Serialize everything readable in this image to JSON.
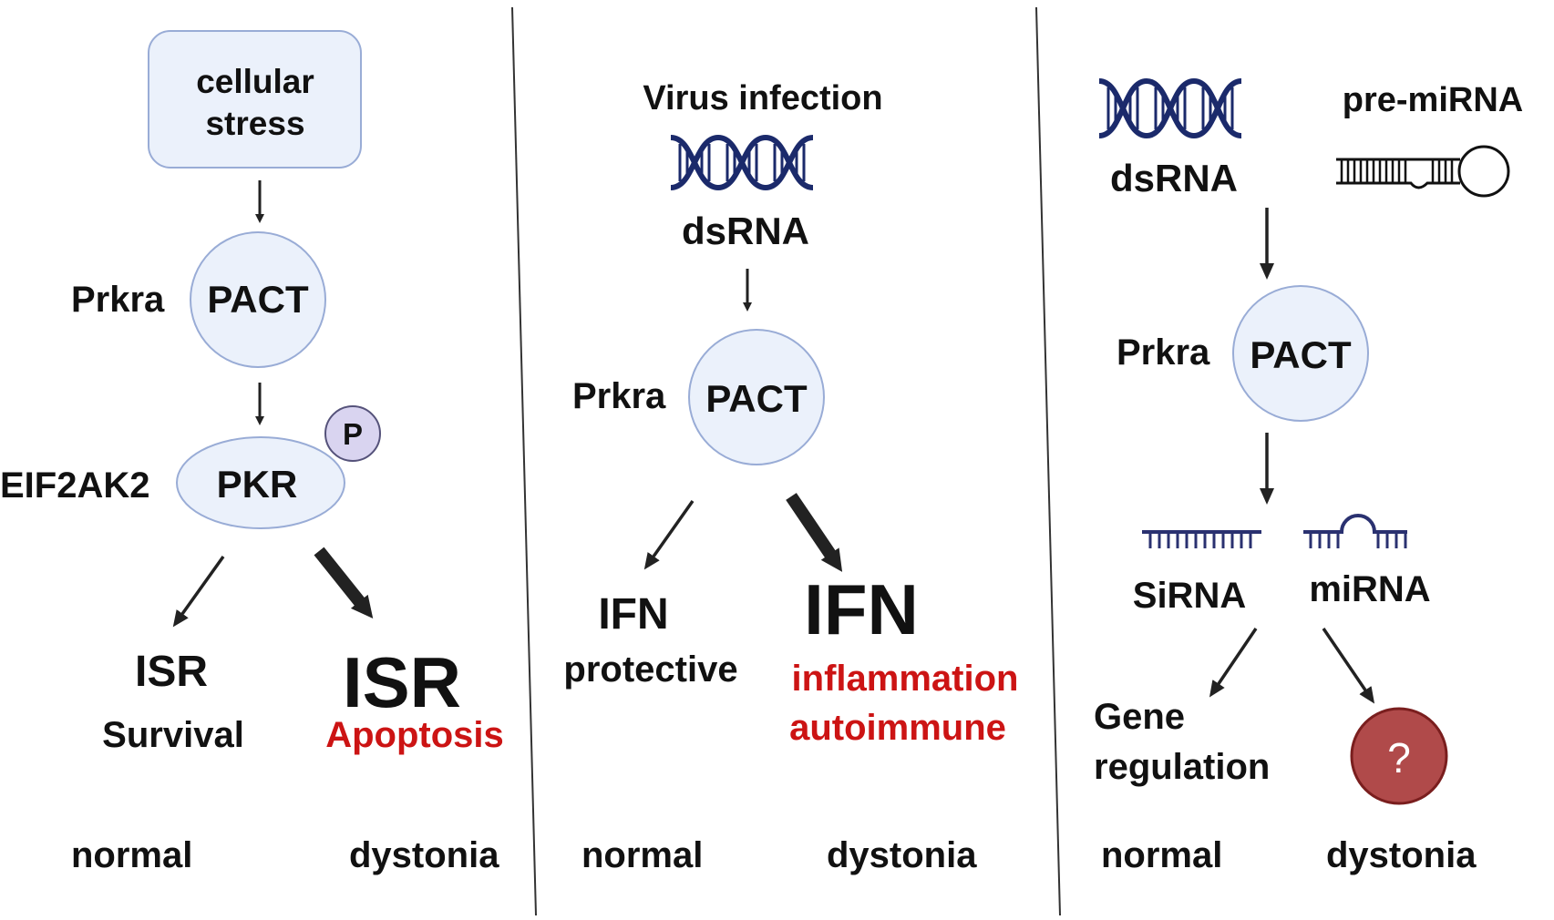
{
  "colors": {
    "node_fill": "#ebf1fb",
    "node_stroke": "#99acd6",
    "phospho_fill": "#d9d4f0",
    "phospho_stroke": "#55527a",
    "arrow": "#222222",
    "text": "#111111",
    "red_text": "#cc1414",
    "question_fill": "#b04a4a",
    "question_stroke": "#7a1e1e",
    "dna": "#1b2a6b",
    "rna": "#2a3170"
  },
  "panel1": {
    "stress_line1": "cellular",
    "stress_line2": "stress",
    "gene_prkra": "Prkra",
    "pact": "PACT",
    "gene_eif2ak2": "EIF2AK2",
    "pkr": "PKR",
    "phospho": "P",
    "isr_small": "ISR",
    "survival": "Survival",
    "isr_big": "ISR",
    "apoptosis": "Apoptosis",
    "normal": "normal",
    "dystonia": "dystonia"
  },
  "panel2": {
    "virus": "Virus infection",
    "dsrna": "dsRNA",
    "gene_prkra": "Prkra",
    "pact": "PACT",
    "ifn_small": "IFN",
    "protective": "protective",
    "ifn_big": "IFN",
    "inflammation": "inflammation",
    "autoimmune": "autoimmune",
    "normal": "normal",
    "dystonia": "dystonia"
  },
  "panel3": {
    "dsrna": "dsRNA",
    "premirna": "pre-miRNA",
    "gene_prkra": "Prkra",
    "pact": "PACT",
    "sirna": "SiRNA",
    "mirna": "miRNA",
    "gene_line1": "Gene",
    "gene_line2": "regulation",
    "question": "?",
    "normal": "normal",
    "dystonia": "dystonia"
  }
}
